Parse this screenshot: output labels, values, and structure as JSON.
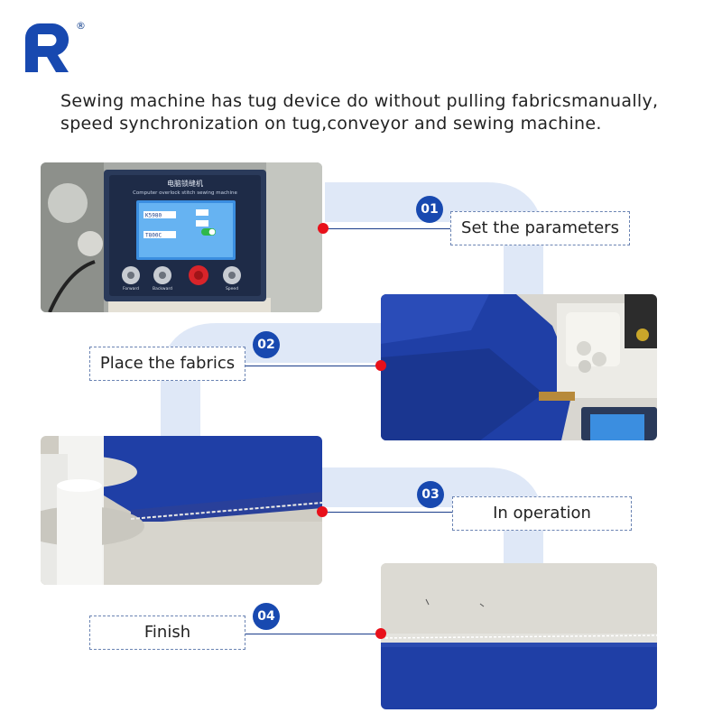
{
  "brand": {
    "mark_letter": "R",
    "registered_symbol": "®",
    "color": "#1849b0"
  },
  "headline": {
    "line1": "Sewing machine has tug device do without pulling fabricsmanually,",
    "line2": "speed synchronization on tug,conveyor and sewing machine."
  },
  "panel_photo": {
    "title_cn": "电脑锁缝机",
    "title_en": "Computer overlock stitch sewing machine",
    "readout_1": "K5980",
    "readout_2": "T800C",
    "button_forward": "Forward",
    "button_backward": "Backward",
    "button_speed": "Speed"
  },
  "steps": [
    {
      "number": "01",
      "label": "Set the parameters"
    },
    {
      "number": "02",
      "label": "Place the fabrics"
    },
    {
      "number": "03",
      "label": "In operation"
    },
    {
      "number": "04",
      "label": "Finish"
    }
  ],
  "colors": {
    "badge": "#1849b0",
    "connector": "#1a3d8a",
    "dot": "#e8101a",
    "track": "#dfe8f7",
    "fabric": "#1f3fa6"
  }
}
